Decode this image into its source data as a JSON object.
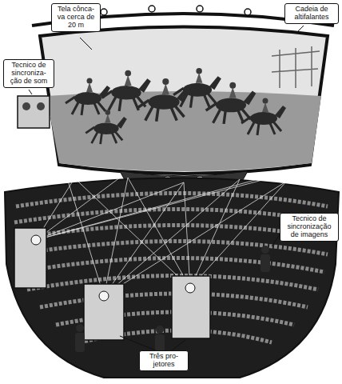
{
  "diagram": {
    "nodes": [
      {
        "text": [
          "Tela cônca- va cerca de 20 m"
        ]
      },
      {
        "text": [
          "Cadeia de altifalantes"
        ]
      },
      {
        "text": [
          "Tecnico de sincroniza- ção de som"
        ]
      },
      {
        "text": [
          "Tecnico de sincronização de imagens"
        ]
      },
      {
        "text": [
          "Três pro- jetores"
        ]
      }
    ]
  }
}
